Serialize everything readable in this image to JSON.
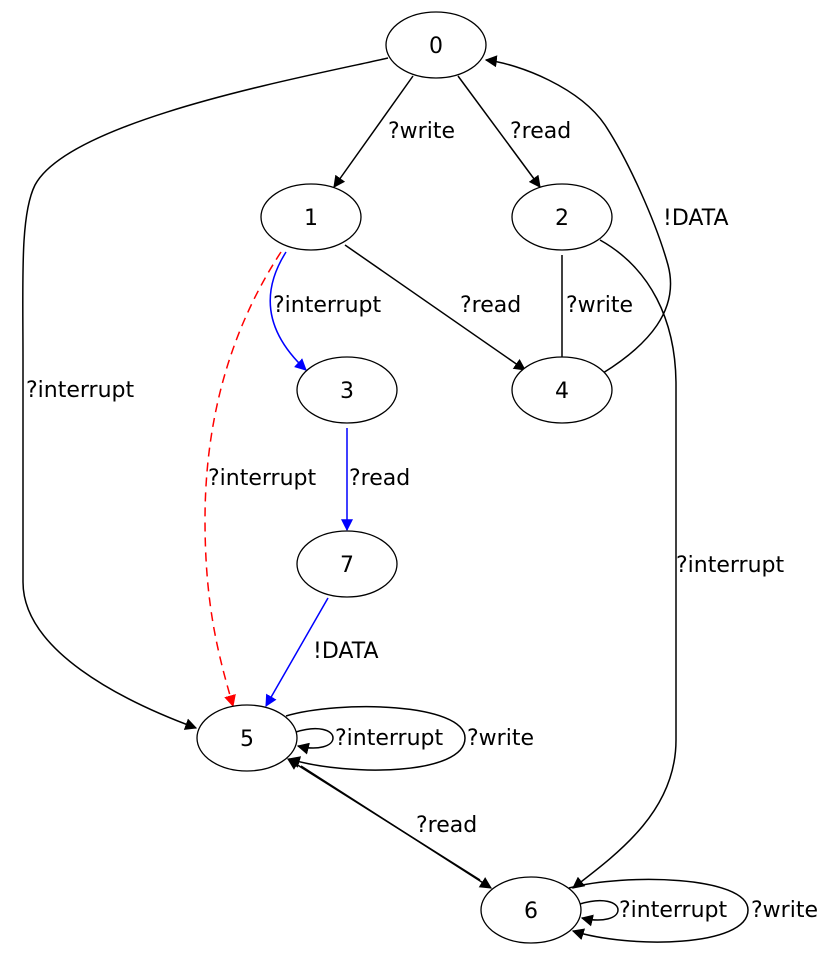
{
  "colors": {
    "default": "#000000",
    "highlight": "#0000ff",
    "counterexample": "#ff0000"
  },
  "nodes": [
    {
      "id": "0",
      "label": "0"
    },
    {
      "id": "1",
      "label": "1"
    },
    {
      "id": "2",
      "label": "2"
    },
    {
      "id": "3",
      "label": "3"
    },
    {
      "id": "4",
      "label": "4"
    },
    {
      "id": "5",
      "label": "5"
    },
    {
      "id": "6",
      "label": "6"
    },
    {
      "id": "7",
      "label": "7"
    }
  ],
  "edges": [
    {
      "id": "e0-1",
      "from": "0",
      "to": "1",
      "label": "?write",
      "style": "solid",
      "color": "default"
    },
    {
      "id": "e0-2",
      "from": "0",
      "to": "2",
      "label": "?read",
      "style": "solid",
      "color": "default"
    },
    {
      "id": "e0-5",
      "from": "0",
      "to": "5",
      "label": "?interrupt",
      "style": "solid",
      "color": "default"
    },
    {
      "id": "e4-0",
      "from": "4",
      "to": "0",
      "label": "!DATA",
      "style": "solid",
      "color": "default"
    },
    {
      "id": "e1-3",
      "from": "1",
      "to": "3",
      "label": "?interrupt",
      "style": "solid",
      "color": "highlight"
    },
    {
      "id": "e1-4",
      "from": "1",
      "to": "4",
      "label": "?read",
      "style": "solid",
      "color": "default"
    },
    {
      "id": "e1-5",
      "from": "1",
      "to": "5",
      "label": "?interrupt",
      "style": "dashed",
      "color": "counterexample"
    },
    {
      "id": "e2-4",
      "from": "2",
      "to": "4",
      "label": "?write",
      "style": "solid",
      "color": "default"
    },
    {
      "id": "e2-6",
      "from": "2",
      "to": "6",
      "label": "?interrupt",
      "style": "solid",
      "color": "default"
    },
    {
      "id": "e3-7",
      "from": "3",
      "to": "7",
      "label": "?read",
      "style": "solid",
      "color": "highlight"
    },
    {
      "id": "e7-5",
      "from": "7",
      "to": "5",
      "label": "!DATA",
      "style": "solid",
      "color": "highlight"
    },
    {
      "id": "e5-5a",
      "from": "5",
      "to": "5",
      "label": "?interrupt",
      "style": "solid",
      "color": "default"
    },
    {
      "id": "e5-5b",
      "from": "5",
      "to": "5",
      "label": "?write",
      "style": "solid",
      "color": "default"
    },
    {
      "id": "e5-6",
      "from": "5",
      "to": "6",
      "label": "?read",
      "style": "solid",
      "color": "default"
    },
    {
      "id": "e6-6a",
      "from": "6",
      "to": "6",
      "label": "?interrupt",
      "style": "solid",
      "color": "default"
    },
    {
      "id": "e6-6b",
      "from": "6",
      "to": "6",
      "label": "?write",
      "style": "solid",
      "color": "default"
    }
  ]
}
